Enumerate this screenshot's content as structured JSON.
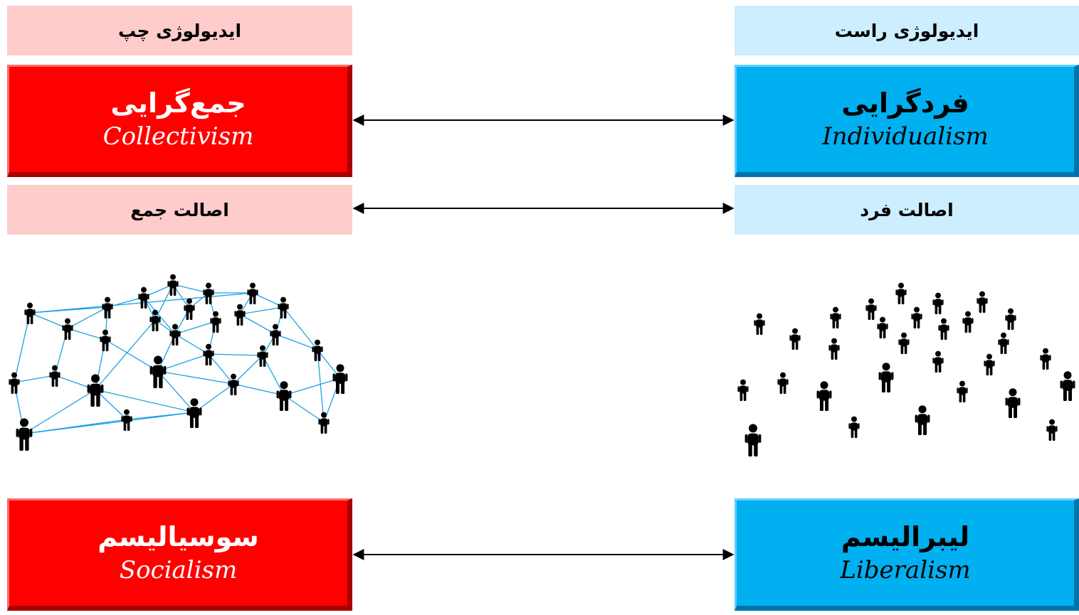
{
  "left": {
    "header": "ایدیولوژی چپ",
    "main_box": {
      "fa": "جمع‌گرایی",
      "en": "Collectivism"
    },
    "principle": "اصالت جمع",
    "bottom_box": {
      "fa": "سوسیالیسم",
      "en": "Socialism"
    },
    "color": "#ff0000"
  },
  "right": {
    "header": "ایدیولوژی راست",
    "main_box": {
      "fa": "فردگرایی",
      "en": "Individualism"
    },
    "principle": "اصالت فرد",
    "bottom_box": {
      "fa": "لیبرالیسم",
      "en": "Liberalism"
    },
    "color": "#00b0f0"
  },
  "illustrations": {
    "left": "networked-people-icons",
    "right": "scattered-people-icons",
    "link_color": "#1ba1e2"
  }
}
